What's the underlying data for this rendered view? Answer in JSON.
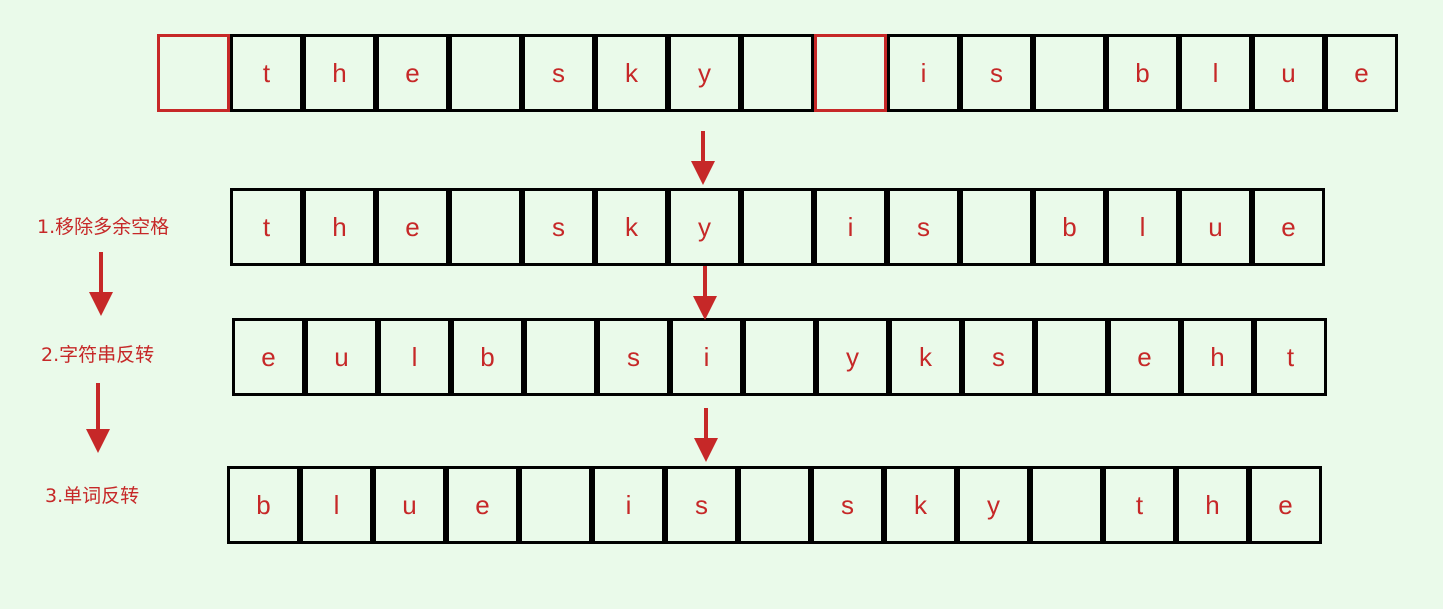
{
  "colors": {
    "background": "#eafaea",
    "accent": "#c62828",
    "border": "#000000"
  },
  "rows": [
    {
      "name": "row-original",
      "cells": [
        "",
        "t",
        "h",
        "e",
        "",
        "s",
        "k",
        "y",
        "",
        "",
        "i",
        "s",
        "",
        "b",
        "l",
        "u",
        "e"
      ],
      "highlight": [
        0,
        9
      ]
    },
    {
      "name": "row-trimmed",
      "cells": [
        "t",
        "h",
        "e",
        "",
        "s",
        "k",
        "y",
        "",
        "i",
        "s",
        "",
        "b",
        "l",
        "u",
        "e"
      ],
      "highlight": []
    },
    {
      "name": "row-reversed",
      "cells": [
        "e",
        "u",
        "l",
        "b",
        "",
        "s",
        "i",
        "",
        "y",
        "k",
        "s",
        "",
        "e",
        "h",
        "t"
      ],
      "highlight": []
    },
    {
      "name": "row-words",
      "cells": [
        "b",
        "l",
        "u",
        "e",
        "",
        "i",
        "s",
        "",
        "s",
        "k",
        "y",
        "",
        "t",
        "h",
        "e"
      ],
      "highlight": []
    }
  ],
  "steps": [
    {
      "label": "1.移除多余空格"
    },
    {
      "label": "2.字符串反转"
    },
    {
      "label": "3.单词反转"
    }
  ]
}
